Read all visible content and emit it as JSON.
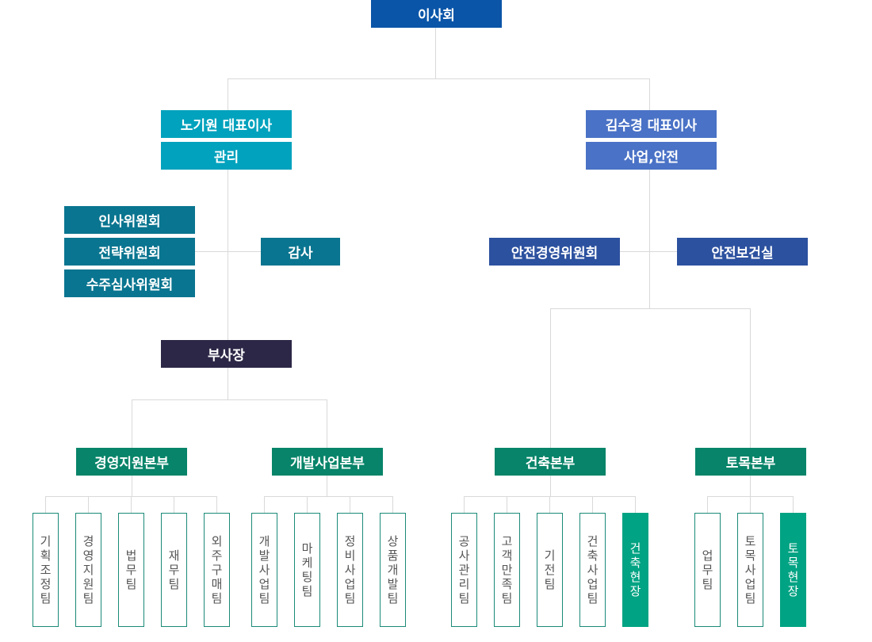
{
  "board": "이사회",
  "ceo_left": {
    "name": "노기원 대표이사",
    "role": "관리"
  },
  "ceo_right": {
    "name": "김수경 대표이사",
    "role": "사업,안전"
  },
  "committees": [
    "인사위원회",
    "전략위원회",
    "수주심사위원회"
  ],
  "audit": "감사",
  "safety_committee": "안전경영위원회",
  "safety_office": "안전보건실",
  "vp": "부사장",
  "divisions": [
    "경영지원본부",
    "개발사업본부",
    "건축본부",
    "토목본부"
  ],
  "teams": {
    "management": [
      "기획조정팀",
      "경영지원팀",
      "법무팀",
      "재무팀",
      "외주구매팀"
    ],
    "development": [
      "개발사업팀",
      "마케팅팀",
      "정비사업팀",
      "상품개발팀"
    ],
    "architecture": [
      "공사관리팀",
      "고객만족팀",
      "기전팀",
      "건축사업팀",
      "건축현장"
    ],
    "civil": [
      "업무팀",
      "토목사업팀",
      "토목현장"
    ]
  },
  "colors": {
    "board": "#0a55a8",
    "ceo_left": "#00a2bd",
    "ceo_right": "#4a72c6",
    "committee": "#0a7590",
    "safety": "#2c519f",
    "vp": "#2d2747",
    "division": "#078469",
    "team_border": "#1a8a78",
    "field": "#00a383",
    "line": "#d9d9d9"
  }
}
